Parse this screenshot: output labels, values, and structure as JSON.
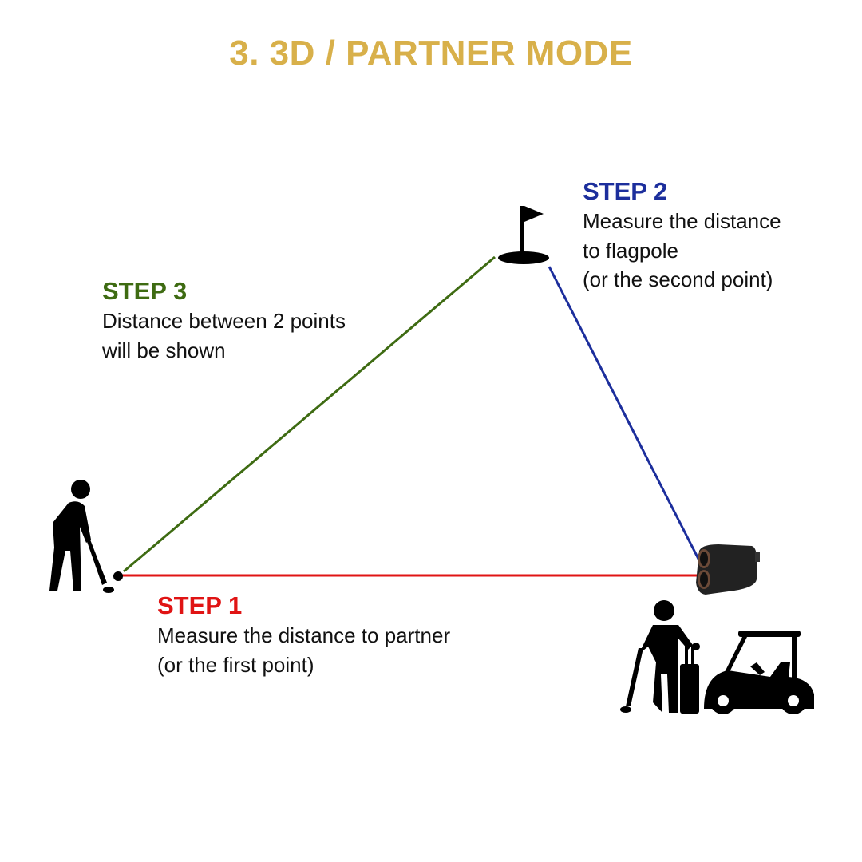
{
  "title": "3. 3D / PARTNER MODE",
  "colors": {
    "title": "#D8B04A",
    "step1": "#E01414",
    "step2": "#1C2E9C",
    "step3": "#3E6B12"
  },
  "steps": {
    "step1": {
      "heading": "STEP 1",
      "line1": "Measure the distance to partner",
      "line2": "(or the first point)"
    },
    "step2": {
      "heading": "STEP 2",
      "line1": "Measure the distance",
      "line2": "to flagpole",
      "line3": "(or the second point)"
    },
    "step3": {
      "heading": "STEP 3",
      "line1": "Distance between 2 points",
      "line2": "will be shown"
    }
  },
  "icons": [
    "golfer-icon",
    "flag-hole-icon",
    "rangefinder-icon",
    "partner-with-bag-icon",
    "golf-cart-icon"
  ]
}
